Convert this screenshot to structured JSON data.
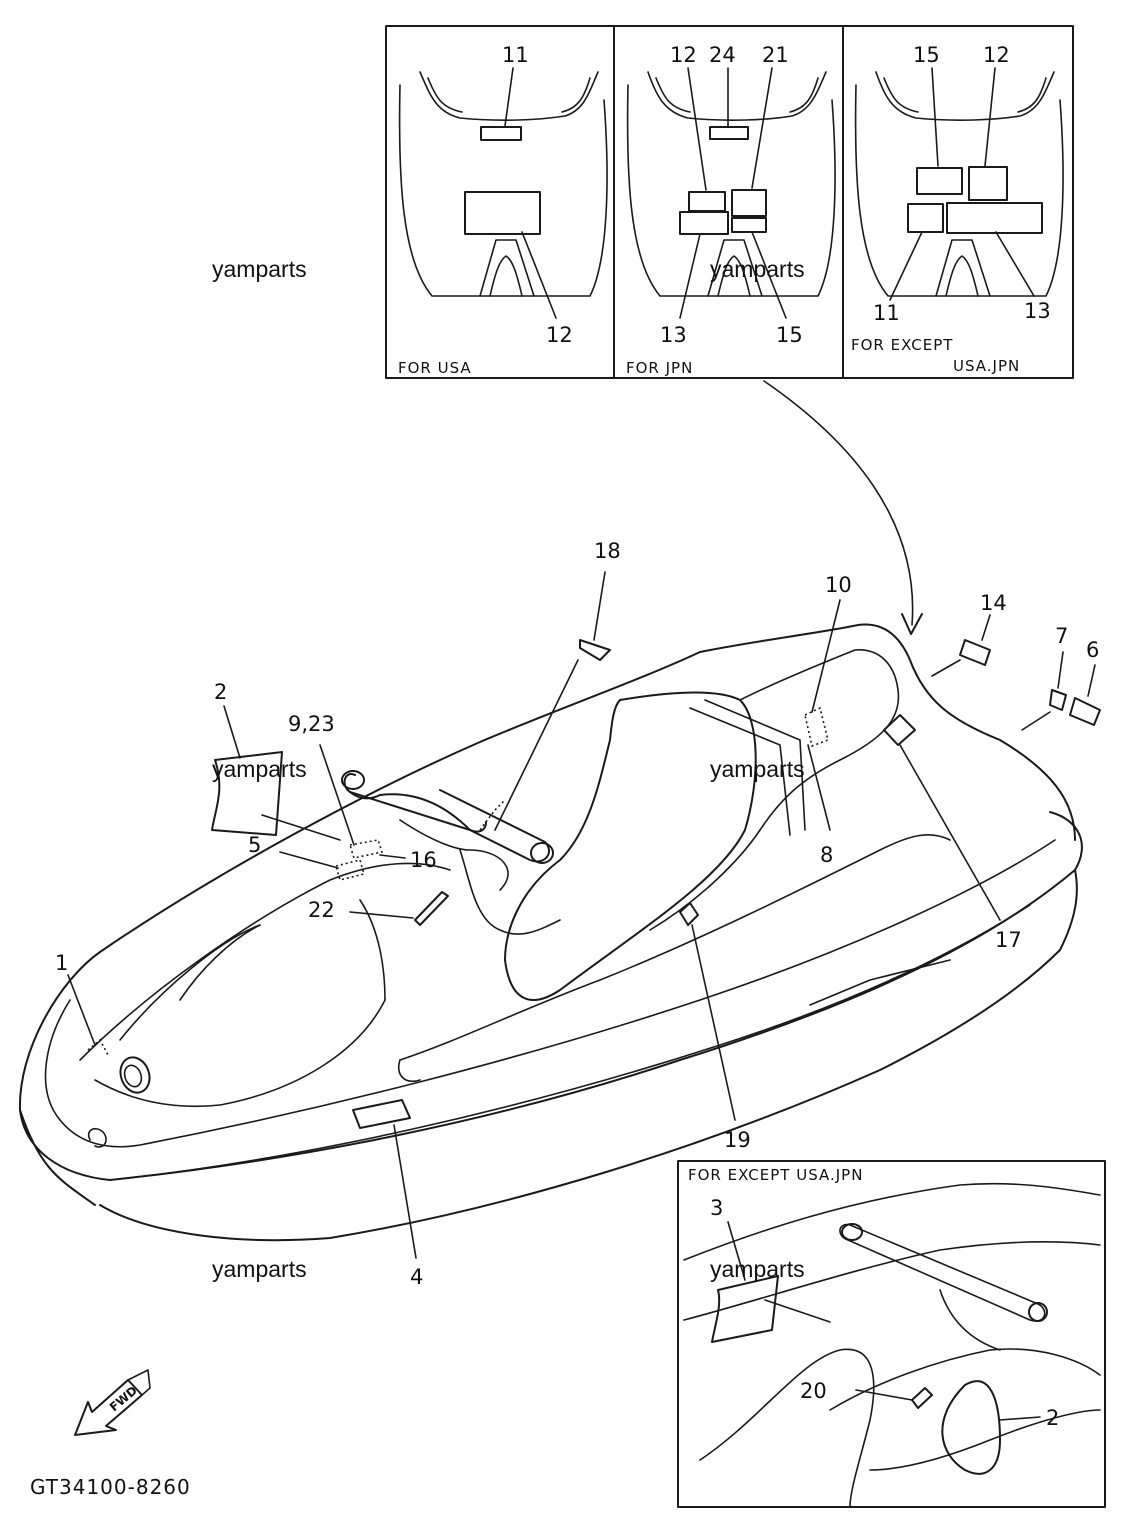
{
  "panels": {
    "usa": {
      "caption": "FOR USA",
      "labels": [
        "11",
        "12"
      ]
    },
    "jpn": {
      "caption": "FOR JPN",
      "labels": [
        "12",
        "24",
        "21",
        "13",
        "15"
      ]
    },
    "except": {
      "caption_line1": "FOR EXCEPT",
      "caption_line2": "USA.JPN",
      "labels": [
        "15",
        "12",
        "11",
        "13"
      ]
    }
  },
  "inset": {
    "caption": "FOR EXCEPT USA.JPN",
    "labels": [
      "3",
      "20",
      "2"
    ]
  },
  "main_labels": {
    "l1": "1",
    "l2": "2",
    "l4": "4",
    "l5": "5",
    "l6": "6",
    "l7": "7",
    "l8": "8",
    "l923": "9,23",
    "l10": "10",
    "l14": "14",
    "l16": "16",
    "l17": "17",
    "l18": "18",
    "l19": "19",
    "l22": "22"
  },
  "watermark": "yamparts",
  "fwd_text": "FWD",
  "diagram_code": "GT34100-8260"
}
